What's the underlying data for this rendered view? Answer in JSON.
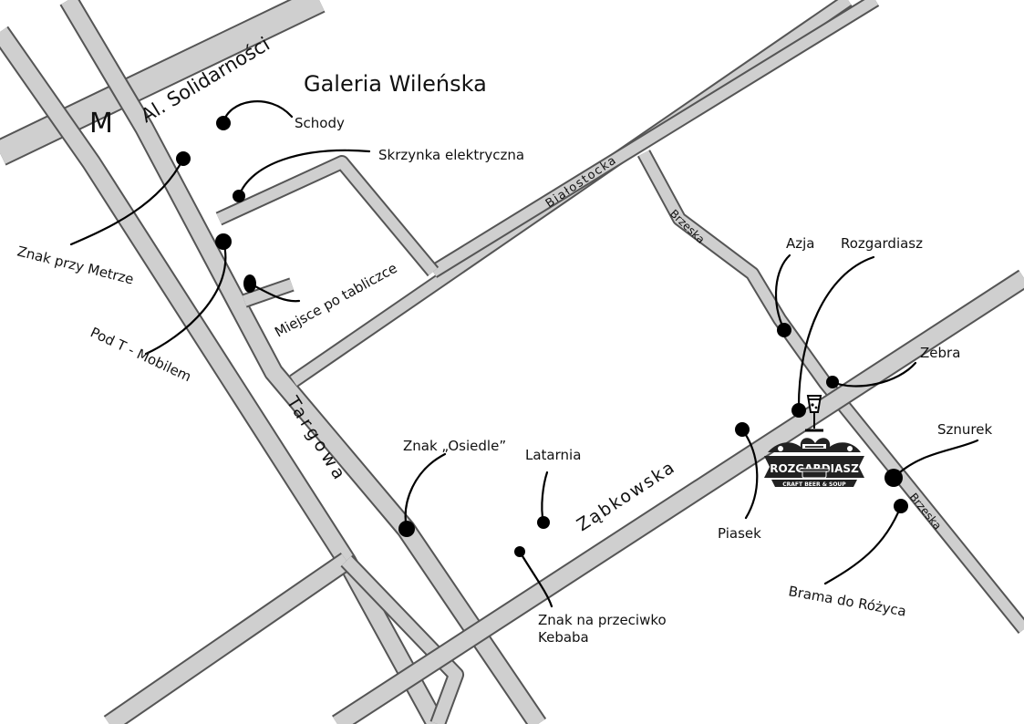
{
  "title": "Galeria Wileńska",
  "metro_symbol": "M",
  "streets": {
    "solidarnosci": "Al. Solidarności",
    "bialostocka": "Białostocka",
    "brzeska_north": "Brzeska",
    "brzeska_south": "Brzeska",
    "targowa": "Targowa",
    "zabkowska": "Ząbkowska"
  },
  "locations": [
    {
      "id": "schody",
      "label": "Schody"
    },
    {
      "id": "skrzynka",
      "label": "Skrzynka elektryczna"
    },
    {
      "id": "znak-metro",
      "label": "Znak przy Metrze"
    },
    {
      "id": "pod-t-mobilem",
      "label": "Pod T - Mobilem"
    },
    {
      "id": "miejsce",
      "label": "Miejsce po tabliczce"
    },
    {
      "id": "azja",
      "label": "Azja"
    },
    {
      "id": "rozgardiasz",
      "label": "Rozgardiasz"
    },
    {
      "id": "zebra",
      "label": "Zebra"
    },
    {
      "id": "sznurek",
      "label": "Sznurek"
    },
    {
      "id": "brama",
      "label": "Brama do Różyca"
    },
    {
      "id": "piasek",
      "label": "Piasek"
    },
    {
      "id": "znak-osiedle",
      "label": "Znak „Osiedle”"
    },
    {
      "id": "latarnia",
      "label": "Latarnia"
    },
    {
      "id": "znak-kebab",
      "label": "Znak na przeciwko",
      "label2": "Kebaba"
    }
  ],
  "logo": {
    "name": "ROZGARDIASZ",
    "tagline": "CRAFT BEER & SOUP"
  },
  "colors": {
    "road_fill": "#cfcfcf",
    "road_outline": "#555555",
    "marker": "#000000",
    "background": "#ffffff"
  }
}
